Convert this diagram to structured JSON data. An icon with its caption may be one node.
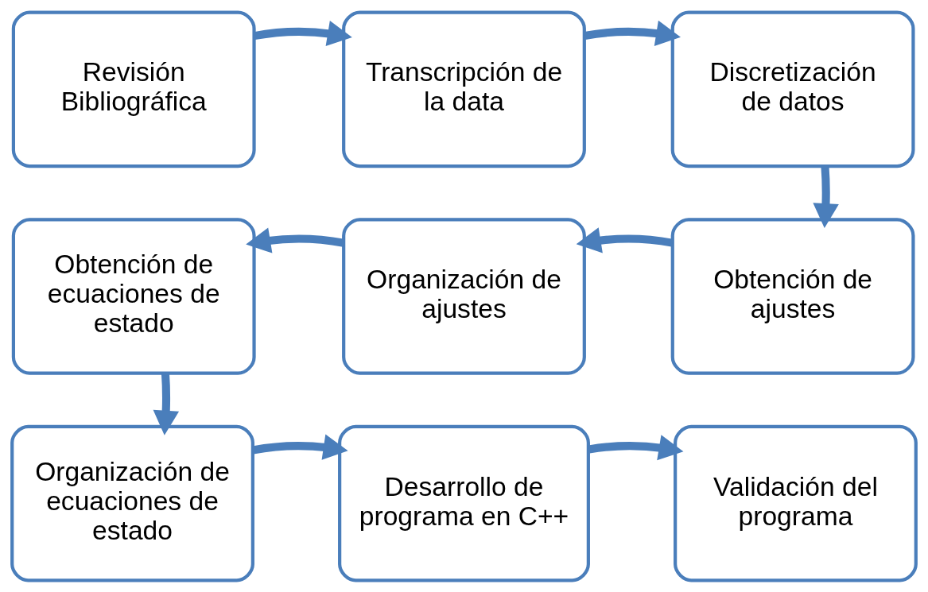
{
  "diagram": {
    "nodes": [
      {
        "text": [
          "Revisión Bibliográfica"
        ]
      },
      {
        "text": [
          "Transcripción de la data"
        ]
      },
      {
        "text": [
          "Discretización de datos"
        ]
      },
      {
        "text": [
          "Obtención de ajustes"
        ]
      },
      {
        "text": [
          "Organización de ajustes"
        ]
      },
      {
        "text": [
          "Obtención de ecuaciones de estado"
        ]
      },
      {
        "text": [
          "Organización de ecuaciones de estado"
        ]
      },
      {
        "text": [
          "Desarrollo de programa en C++"
        ]
      },
      {
        "text": [
          "Validación del programa"
        ]
      }
    ],
    "edges": [
      {
        "from": 0,
        "to": 1,
        "arrow": "to"
      },
      {
        "from": 1,
        "to": 2,
        "arrow": "to"
      },
      {
        "from": 2,
        "to": 3,
        "arrow": "to"
      },
      {
        "from": 3,
        "to": 4,
        "arrow": "to"
      },
      {
        "from": 4,
        "to": 5,
        "arrow": "to"
      },
      {
        "from": 5,
        "to": 6,
        "arrow": "to"
      },
      {
        "from": 6,
        "to": 7,
        "arrow": "to"
      },
      {
        "from": 7,
        "to": 8,
        "arrow": "to"
      }
    ]
  }
}
